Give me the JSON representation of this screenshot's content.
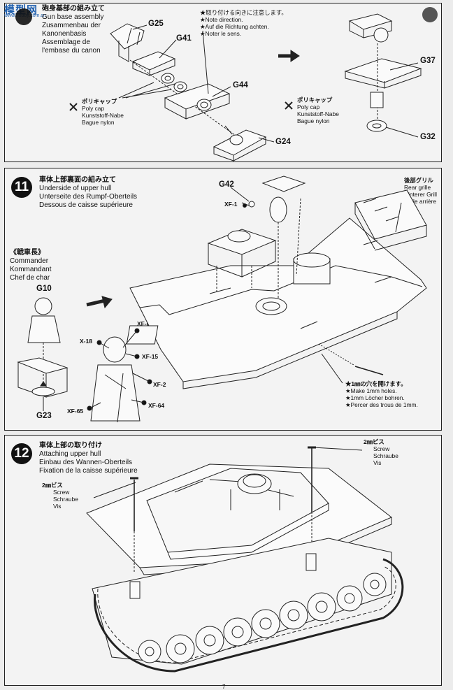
{
  "watermark": {
    "text": "模型网",
    "url": "www.hobby.com.cn"
  },
  "step10": {
    "title_ja": "砲身基部の組み立て",
    "title_en": "Gun base assembly",
    "title_de1": "Zusammenbau der",
    "title_de2": "Kanonenbasis",
    "title_fr1": "Assemblage de",
    "title_fr2": "l'embase du canon",
    "note_ja": "★取り付ける向きに注意します。",
    "note_en": "★Note direction.",
    "note_de": "★Auf die Richtung achten.",
    "note_fr": "★Noter le sens.",
    "polycap_ja": "ポリキャップ",
    "polycap_en": "Poly cap",
    "polycap_de": "Kunststoff-Nabe",
    "polycap_fr": "Bague nylon",
    "parts": {
      "g25": "G25",
      "g41": "G41",
      "g44": "G44",
      "g24": "G24",
      "g37": "G37",
      "g32": "G32"
    }
  },
  "step11": {
    "number": "11",
    "title_ja": "車体上部裏面の組み立て",
    "title_en": "Underside of upper hull",
    "title_de": "Unterseite des Rumpf-Oberteils",
    "title_fr": "Dessous de caisse supérieure",
    "commander_ja": "《戦車長》",
    "commander_en": "Commander",
    "commander_de": "Kommandant",
    "commander_fr": "Chef de char",
    "grille_ja": "後部グリル",
    "grille_en": "Rear grille",
    "grille_de": "Hinterer Grill",
    "grille_fr": "Grille arrière",
    "holes_ja": "★1㎜の穴を開けます。",
    "holes_en": "★Make 1mm holes.",
    "holes_de": "★1mm Löcher bohren.",
    "holes_fr": "★Percer des trous de 1mm.",
    "parts": {
      "g42": "G42",
      "g10": "G10",
      "g23": "G23",
      "xf1": "XF-1"
    },
    "colors": {
      "xf65a": "XF-65",
      "x18": "X-18",
      "xf15": "XF-15",
      "xf2": "XF-2",
      "xf64": "XF-64",
      "xf65b": "XF-65"
    }
  },
  "step12": {
    "number": "12",
    "title_ja": "車体上部の取り付け",
    "title_en": "Attaching upper hull",
    "title_de": "Einbau des Wannen-Oberteils",
    "title_fr": "Fixation de la caisse supérieure",
    "screw_ja": "2㎜ビス",
    "screw_en": "Screw",
    "screw_de": "Schraube",
    "screw_fr": "Vis"
  },
  "page_number": "7"
}
